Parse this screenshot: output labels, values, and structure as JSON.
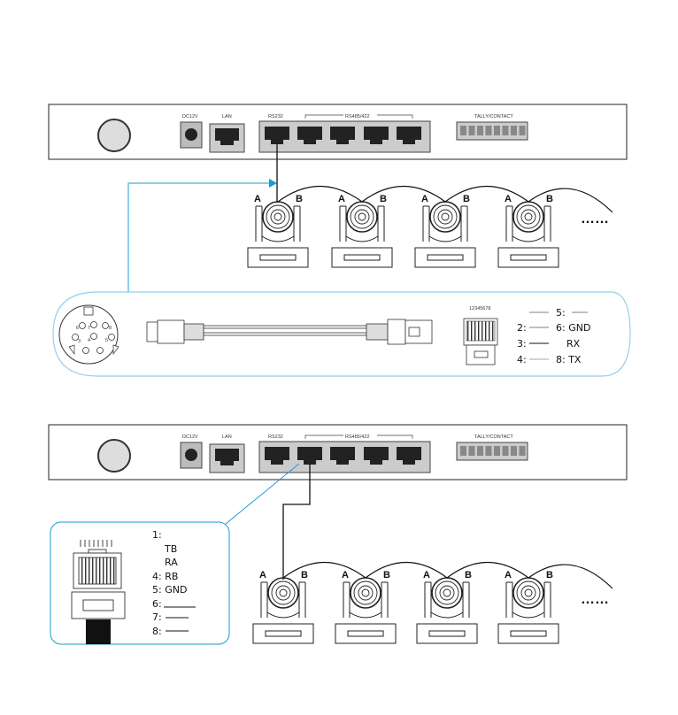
{
  "device": {
    "dc_label": "DC12V",
    "lan_label": "LAN",
    "rs232_label": "RS232",
    "rs485_label": "RS485/422",
    "tally_label": "TALLY/CONTACT"
  },
  "camera_labels": {
    "a": "A",
    "b": "B"
  },
  "ellipsis": "……",
  "rs232_section": {
    "din_pins": [
      "6",
      "7",
      "8",
      "3",
      "4",
      "5"
    ],
    "rj45_pin_numbers": "12345678",
    "pinout": [
      "5:",
      "2:",
      "6: GND",
      "3:",
      "RX",
      "4:",
      "8: TX"
    ]
  },
  "rs485_section": {
    "pinout": [
      "1:",
      "TB",
      "RA",
      "4: RB",
      "5: GND",
      "6:",
      "7:",
      "8:"
    ]
  },
  "colors": {
    "accent": "#1a9ad6",
    "bubble_border": "#8fd0ee",
    "line": "#111111"
  }
}
